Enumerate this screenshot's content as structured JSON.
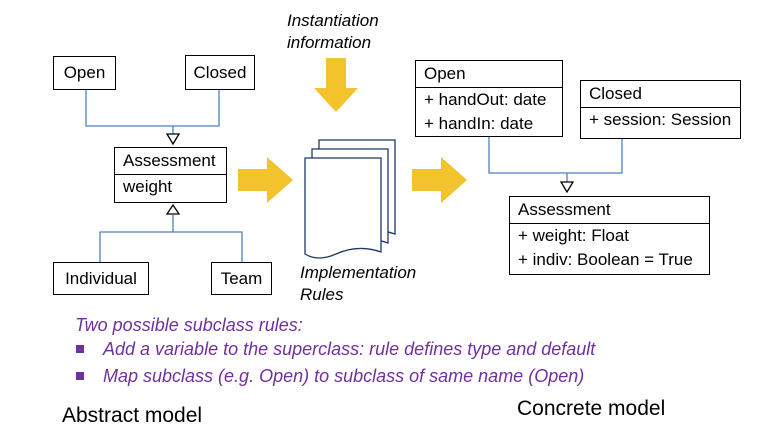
{
  "colors": {
    "connector": "#4f81bd",
    "arrow_fill": "#f2c32c",
    "rule_text": "#7030a0"
  },
  "abstract": {
    "open": "Open",
    "closed": "Closed",
    "assessment_title": "Assessment",
    "assessment_attrs": [
      "weight"
    ],
    "individual": "Individual",
    "team": "Team",
    "caption": "Abstract model"
  },
  "middle": {
    "instantiation": [
      "Instantiation",
      "information"
    ],
    "implementation": [
      "Implementation",
      "Rules"
    ]
  },
  "concrete": {
    "open_title": "Open",
    "open_attrs": [
      "+ handOut: date",
      "+ handIn: date"
    ],
    "closed_title": "Closed",
    "closed_attrs": [
      "+ session: Session"
    ],
    "assessment_title": "Assessment",
    "assessment_attrs": [
      "+ weight: Float",
      "+ indiv: Boolean = True"
    ],
    "caption": "Concrete model"
  },
  "rules": {
    "heading": "Two possible subclass rules:",
    "items": [
      "Add a variable to the superclass: rule defines type and default",
      "Map subclass (e.g. Open) to subclass of same name (Open)"
    ]
  },
  "icons": [
    "block-arrow-down-icon",
    "block-arrow-right-icon",
    "document-stack-icon",
    "inheritance-triangle-icon"
  ]
}
